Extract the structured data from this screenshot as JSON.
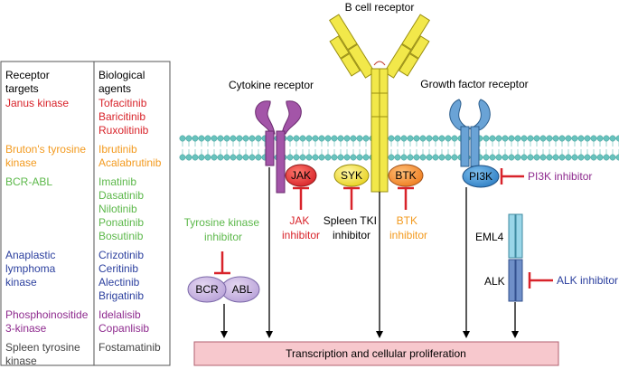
{
  "colors": {
    "red": "#d8232a",
    "orange": "#f39a1e",
    "green": "#5cb84a",
    "blue": "#2b3f9e",
    "purple": "#8e2a8e",
    "gray": "#444444",
    "receptor_yellow": "#f2e84a",
    "cytokine_purple": "#a355a8",
    "growth_blue": "#6aa3d6",
    "membrane": "#68c3be",
    "box_pink": "#f7c8cd"
  },
  "table": {
    "header_targets": [
      "Receptor",
      "targets"
    ],
    "header_agents": [
      "Biological",
      "agents"
    ],
    "rows": [
      {
        "target": [
          "Janus kinase"
        ],
        "agents": [
          "Tofacitinib",
          "Baricitinib",
          "Ruxolitinib"
        ],
        "color": "red"
      },
      {
        "target": [
          "Bruton's tyrosine",
          "kinase"
        ],
        "agents": [
          "Ibrutinib",
          "Acalabrutinib"
        ],
        "color": "orange"
      },
      {
        "target": [
          "BCR-ABL"
        ],
        "agents": [
          "Imatinib",
          "Dasatinib",
          "Nilotinib",
          "Ponatinib",
          "Bosutinib"
        ],
        "color": "green"
      },
      {
        "target": [
          "Anaplastic",
          "lymphoma",
          "kinase"
        ],
        "agents": [
          "Crizotinib",
          "Ceritinib",
          "Alectinib",
          "Brigatinib"
        ],
        "color": "blue"
      },
      {
        "target": [
          "Phosphoinositide",
          "3-kinase"
        ],
        "agents": [
          "Idelalisib",
          "Copanlisib"
        ],
        "color": "purple"
      },
      {
        "target": [
          "Spleen tyrosine",
          "kinase"
        ],
        "agents": [
          "Fostamatinib"
        ],
        "color": "gray"
      }
    ]
  },
  "receptors": {
    "b_cell": "B cell receptor",
    "cytokine": "Cytokine receptor",
    "growth_factor": "Growth factor receptor"
  },
  "kinases": {
    "jak": "JAK",
    "syk": "SYK",
    "btk": "BTK",
    "pi3k": "PI3K",
    "bcr": "BCR",
    "abl": "ABL",
    "eml4": "EML4",
    "alk": "ALK"
  },
  "inhibitors": {
    "jak": [
      "JAK",
      "inhibitor"
    ],
    "syk": [
      "Spleen TKI",
      "inhibitor"
    ],
    "btk": [
      "BTK",
      "inhibitor"
    ],
    "pi3k": "PI3K inhibitor",
    "tki": [
      "Tyrosine kinase",
      "inhibitor"
    ],
    "alk": "ALK inhibitor"
  },
  "output_box": "Transcription and cellular proliferation"
}
